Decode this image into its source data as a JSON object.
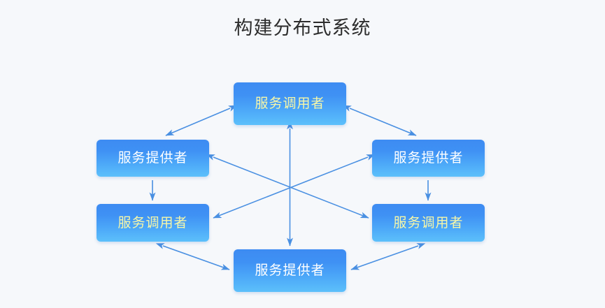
{
  "page": {
    "title": "构建分布式系统",
    "background_color": "#f6f8fb"
  },
  "theme": {
    "node_gradient_top": "#3d8bf2",
    "node_gradient_bottom": "#5cc0fb",
    "edge_color": "#4a90e2",
    "label_white": "#ffffff",
    "label_yellow": "#f7f7a8",
    "title_color": "#2d2d2d"
  },
  "nodes": [
    {
      "id": "top",
      "label": "服务调用者",
      "role": "consumer",
      "label_color": "yellow"
    },
    {
      "id": "left_up",
      "label": "服务提供者",
      "role": "provider",
      "label_color": "white"
    },
    {
      "id": "left_dn",
      "label": "服务调用者",
      "role": "consumer",
      "label_color": "yellow"
    },
    {
      "id": "right_up",
      "label": "服务提供者",
      "role": "provider",
      "label_color": "white"
    },
    {
      "id": "right_dn",
      "label": "服务调用者",
      "role": "consumer",
      "label_color": "yellow"
    },
    {
      "id": "bottom",
      "label": "服务提供者",
      "role": "provider",
      "label_color": "white"
    }
  ],
  "edges": [
    {
      "from": "top",
      "to": "left_up",
      "arrows": "both"
    },
    {
      "from": "top",
      "to": "right_up",
      "arrows": "both"
    },
    {
      "from": "top",
      "to": "bottom",
      "arrows": "both"
    },
    {
      "from": "left_up",
      "to": "left_dn",
      "arrows": "end"
    },
    {
      "from": "right_up",
      "to": "right_dn",
      "arrows": "end"
    },
    {
      "from": "left_up",
      "to": "right_dn",
      "arrows": "both"
    },
    {
      "from": "right_up",
      "to": "left_dn",
      "arrows": "both"
    },
    {
      "from": "left_dn",
      "to": "bottom",
      "arrows": "both"
    },
    {
      "from": "right_dn",
      "to": "bottom",
      "arrows": "both"
    }
  ]
}
